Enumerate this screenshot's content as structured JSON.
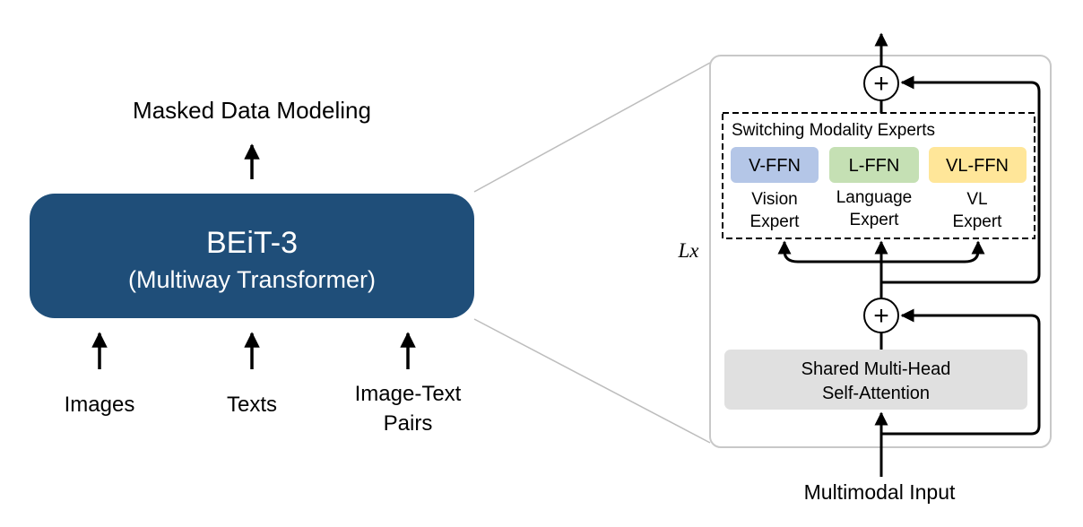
{
  "left": {
    "top_label": "Masked Data Modeling",
    "model": {
      "title": "BEiT-3",
      "subtitle": "(Multiway Transformer)",
      "color": "#1f4e79"
    },
    "inputs": [
      {
        "lines": [
          "Images"
        ]
      },
      {
        "lines": [
          "Texts"
        ]
      },
      {
        "lines": [
          "Image-Text",
          "Pairs"
        ]
      }
    ]
  },
  "right": {
    "layer_repeat_label": "Lx",
    "add_symbol": "+",
    "experts_group_title": "Switching Modality Experts",
    "experts": [
      {
        "name": "V-FFN",
        "caption": [
          "Vision",
          "Expert"
        ],
        "color": "#b4c6e7"
      },
      {
        "name": "L-FFN",
        "caption": [
          "Language",
          "Expert"
        ],
        "color": "#c5e0b4"
      },
      {
        "name": "VL-FFN",
        "caption": [
          "VL",
          "Expert"
        ],
        "color": "#ffe699"
      }
    ],
    "attention": {
      "lines": [
        "Shared Multi-Head",
        "Self-Attention"
      ],
      "color": "#e0e0e0"
    },
    "bottom_label": "Multimodal Input"
  }
}
